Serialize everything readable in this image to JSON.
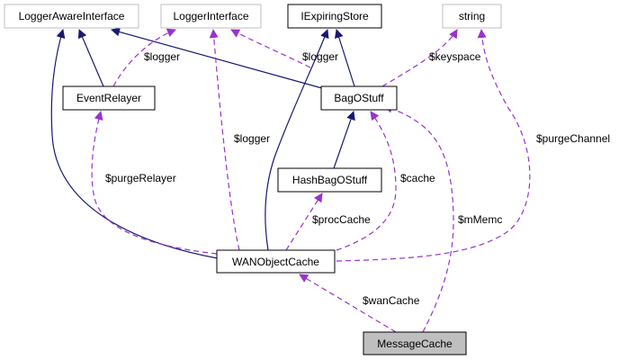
{
  "colors": {
    "inheritance": "#191970",
    "usage": "#9a32cd",
    "focus_fill": "#bfbfbf",
    "external_border": "#bfbfbf"
  },
  "nodes": {
    "logger_aware_interface": "LoggerAwareInterface",
    "logger_interface": "LoggerInterface",
    "iexpiring_store": "IExpiringStore",
    "string": "string",
    "event_relayer": "EventRelayer",
    "bag_o_stuff": "BagOStuff",
    "hash_bag_o_stuff": "HashBagOStuff",
    "wan_object_cache": "WANObjectCache",
    "message_cache": "MessageCache"
  },
  "edge_labels": {
    "event_relayer_logger": "$logger",
    "wan_logger": "$logger",
    "bag_logger": "$logger",
    "keyspace": "$keyspace",
    "purge_channel": "$purgeChannel",
    "purge_relayer": "$purgeRelayer",
    "cache": "$cache",
    "proc_cache": "$procCache",
    "m_memc": "$mMemc",
    "wan_cache": "$wanCache"
  }
}
